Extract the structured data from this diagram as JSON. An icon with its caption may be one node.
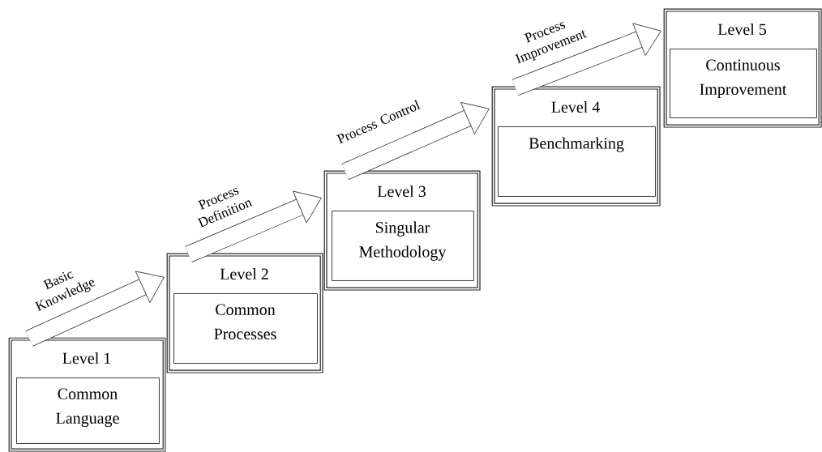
{
  "diagram": {
    "nodes": [
      {
        "text": [
          "Level 1"
        ]
      },
      {
        "text": [
          "Common Language"
        ],
        "in": 0
      },
      {
        "text": [
          "Level 2"
        ]
      },
      {
        "text": [
          "Common Processes"
        ],
        "in": 2
      },
      {
        "text": [
          "Level 3"
        ]
      },
      {
        "text": [
          "Singular Methodology"
        ],
        "in": 4
      },
      {
        "text": [
          "Level 4"
        ]
      },
      {
        "text": [
          "Benchmarking"
        ],
        "in": 6
      },
      {
        "text": [
          "Level 5"
        ]
      },
      {
        "text": [
          "Continuous Improvement"
        ],
        "in": 8
      }
    ],
    "edges": [
      {
        "from": 0,
        "to": 2,
        "arrow": "to",
        "label": "Basic Knowledge"
      },
      {
        "from": 2,
        "to": 4,
        "arrow": "to",
        "label": "Process Definition"
      },
      {
        "from": 4,
        "to": 6,
        "arrow": "to",
        "label": "Process Control"
      },
      {
        "from": 6,
        "to": 8,
        "arrow": "to",
        "label": "Process Improvement"
      }
    ]
  }
}
